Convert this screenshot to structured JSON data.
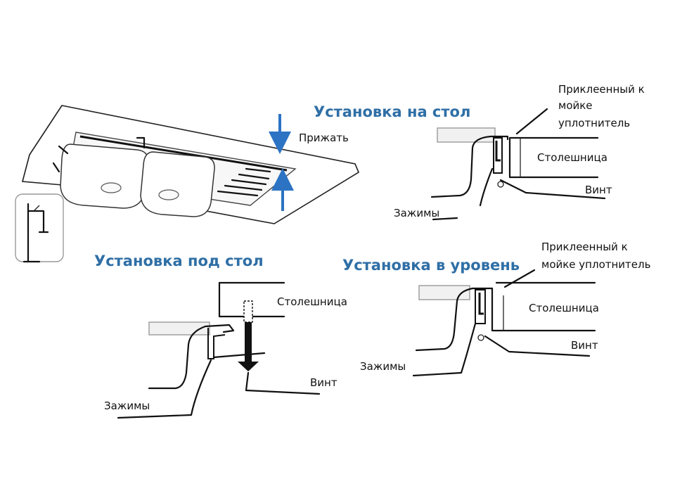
{
  "colors": {
    "accent": "#2f6fa6",
    "arrow": "#2c73c4",
    "ink": "#111111"
  },
  "sections": {
    "countertop": {
      "title": "Установка на стол",
      "labels": {
        "sealant": [
          "Приклеенный к",
          "мойке",
          "уплотнитель"
        ],
        "countertop": "Столешница",
        "screw": "Винт",
        "clamps": "Зажимы"
      }
    },
    "undermount": {
      "title": "Установка под стол",
      "labels": {
        "countertop": "Столешница",
        "screw": "Винт",
        "clamps": "Зажимы"
      }
    },
    "flush": {
      "title": "Установка в уровень",
      "labels": {
        "sealant": [
          "Приклеенный к",
          "мойке уплотнитель"
        ],
        "countertop": "Столешница",
        "screw": "Винт",
        "clamps": "Зажимы"
      }
    }
  },
  "sink": {
    "press_label": "Прижать"
  }
}
